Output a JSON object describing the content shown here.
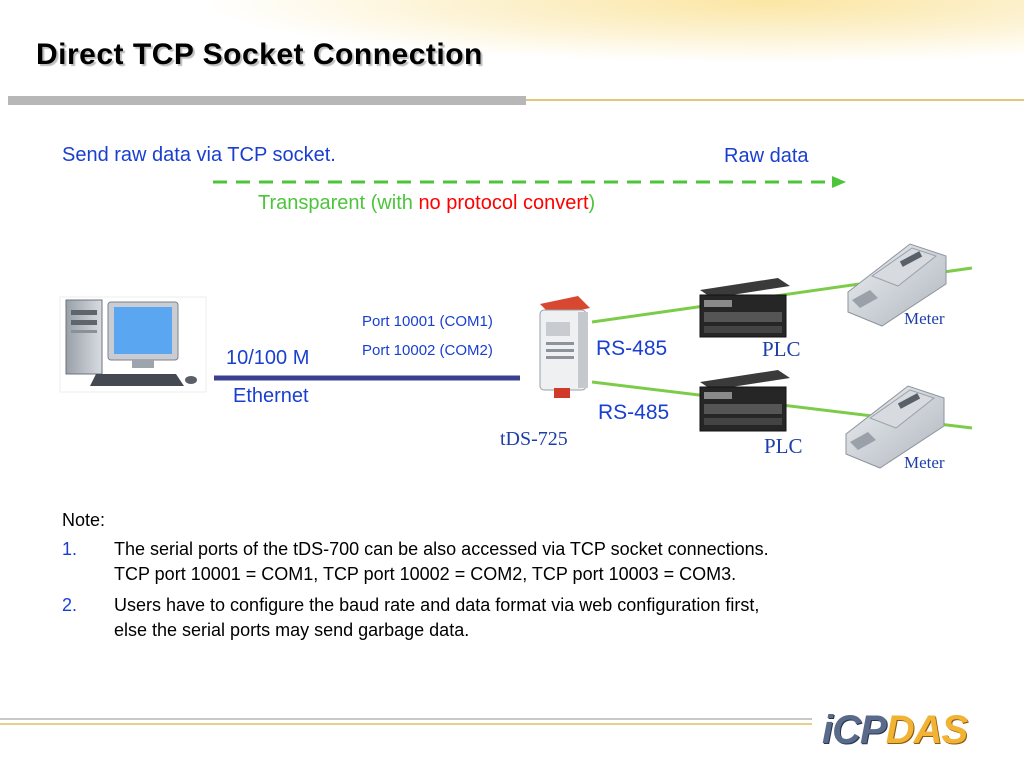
{
  "slide": {
    "title": "Direct TCP Socket Connection",
    "top_left_text": "Send raw data via TCP socket.",
    "top_right_text": "Raw data",
    "transparent_prefix": "Transparent (with ",
    "transparent_highlight": "no protocol convert",
    "transparent_suffix": ")"
  },
  "diagram": {
    "port1": "Port 10001 (COM1)",
    "port2": "Port 10002 (COM2)",
    "ethernet_speed": "10/100 M",
    "ethernet_label": "Ethernet",
    "device_label": "tDS-725",
    "rs485_top": "RS-485",
    "rs485_bottom": "RS-485",
    "plc_top": "PLC",
    "plc_bottom": "PLC",
    "meter_top": "Meter",
    "meter_bottom": "Meter"
  },
  "notes": {
    "label": "Note:",
    "items": [
      {
        "num": "1.",
        "text": "The serial ports of the tDS-700 can be also accessed via TCP socket connections.\nTCP port 10001 = COM1, TCP port 10002 = COM2, TCP port 10003 = COM3."
      },
      {
        "num": "2.",
        "text": "Users have to configure the baud rate and data format via web configuration first,\nelse the serial ports may send garbage data."
      }
    ]
  },
  "logo": {
    "part1": "iCP",
    "part2": "DAS"
  },
  "colors": {
    "text_blue": "#1a3fd0",
    "green": "#4cc53a",
    "red": "#ff0000",
    "ethernet_line": "#3a3f8f"
  }
}
